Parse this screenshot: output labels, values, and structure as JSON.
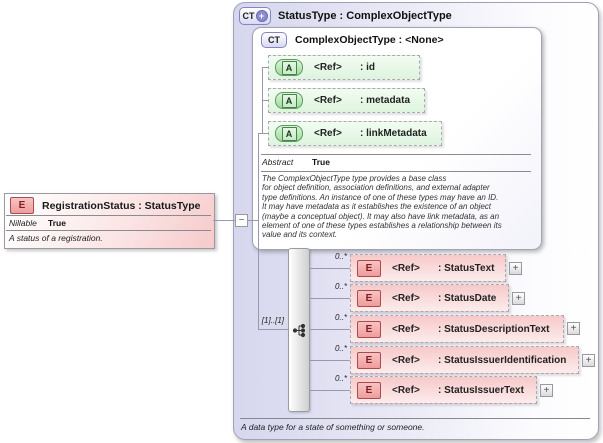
{
  "icons": {
    "element_badge": "E",
    "attribute_badge": "A",
    "complex_type_badge": "CT",
    "plus": "+",
    "minus": "−"
  },
  "left_element": {
    "title": "RegistrationStatus : StatusType",
    "nillable_label": "Nillable",
    "nillable_value": "True",
    "description": "A status of a registration."
  },
  "panel": {
    "title": "StatusType : ComplexObjectType",
    "footer": "A data type for a state of something or someone.",
    "base_type": {
      "title": "ComplexObjectType : <None>",
      "attributes": [
        {
          "ref": "<Ref>",
          "name": ": id"
        },
        {
          "ref": "<Ref>",
          "name": ": metadata"
        },
        {
          "ref": "<Ref>",
          "name": ": linkMetadata"
        }
      ],
      "abstract_label": "Abstract",
      "abstract_value": "True",
      "description": "The ComplexObjectType type provides a base class\nfor object definition, association definitions, and external adapter\ntype definitions. An instance of one of these types may have an ID.\nIt may have metadata as it establishes the existence of an object\n(maybe a conceptual object). It may also have link metadata, as an\nelement of one of these types establishes a relationship between its\nvalue and its context."
    },
    "sequence": {
      "cardinality": "[1]..[1]",
      "elements": [
        {
          "cardinality": "0..*",
          "ref": "<Ref>",
          "name": ": StatusText"
        },
        {
          "cardinality": "0..*",
          "ref": "<Ref>",
          "name": ": StatusDate"
        },
        {
          "cardinality": "0..*",
          "ref": "<Ref>",
          "name": ": StatusDescriptionText"
        },
        {
          "cardinality": "0..*",
          "ref": "<Ref>",
          "name": ": StatusIssuerIdentification"
        },
        {
          "cardinality": "0..*",
          "ref": "<Ref>",
          "name": ": StatusIssuerText"
        }
      ]
    }
  }
}
